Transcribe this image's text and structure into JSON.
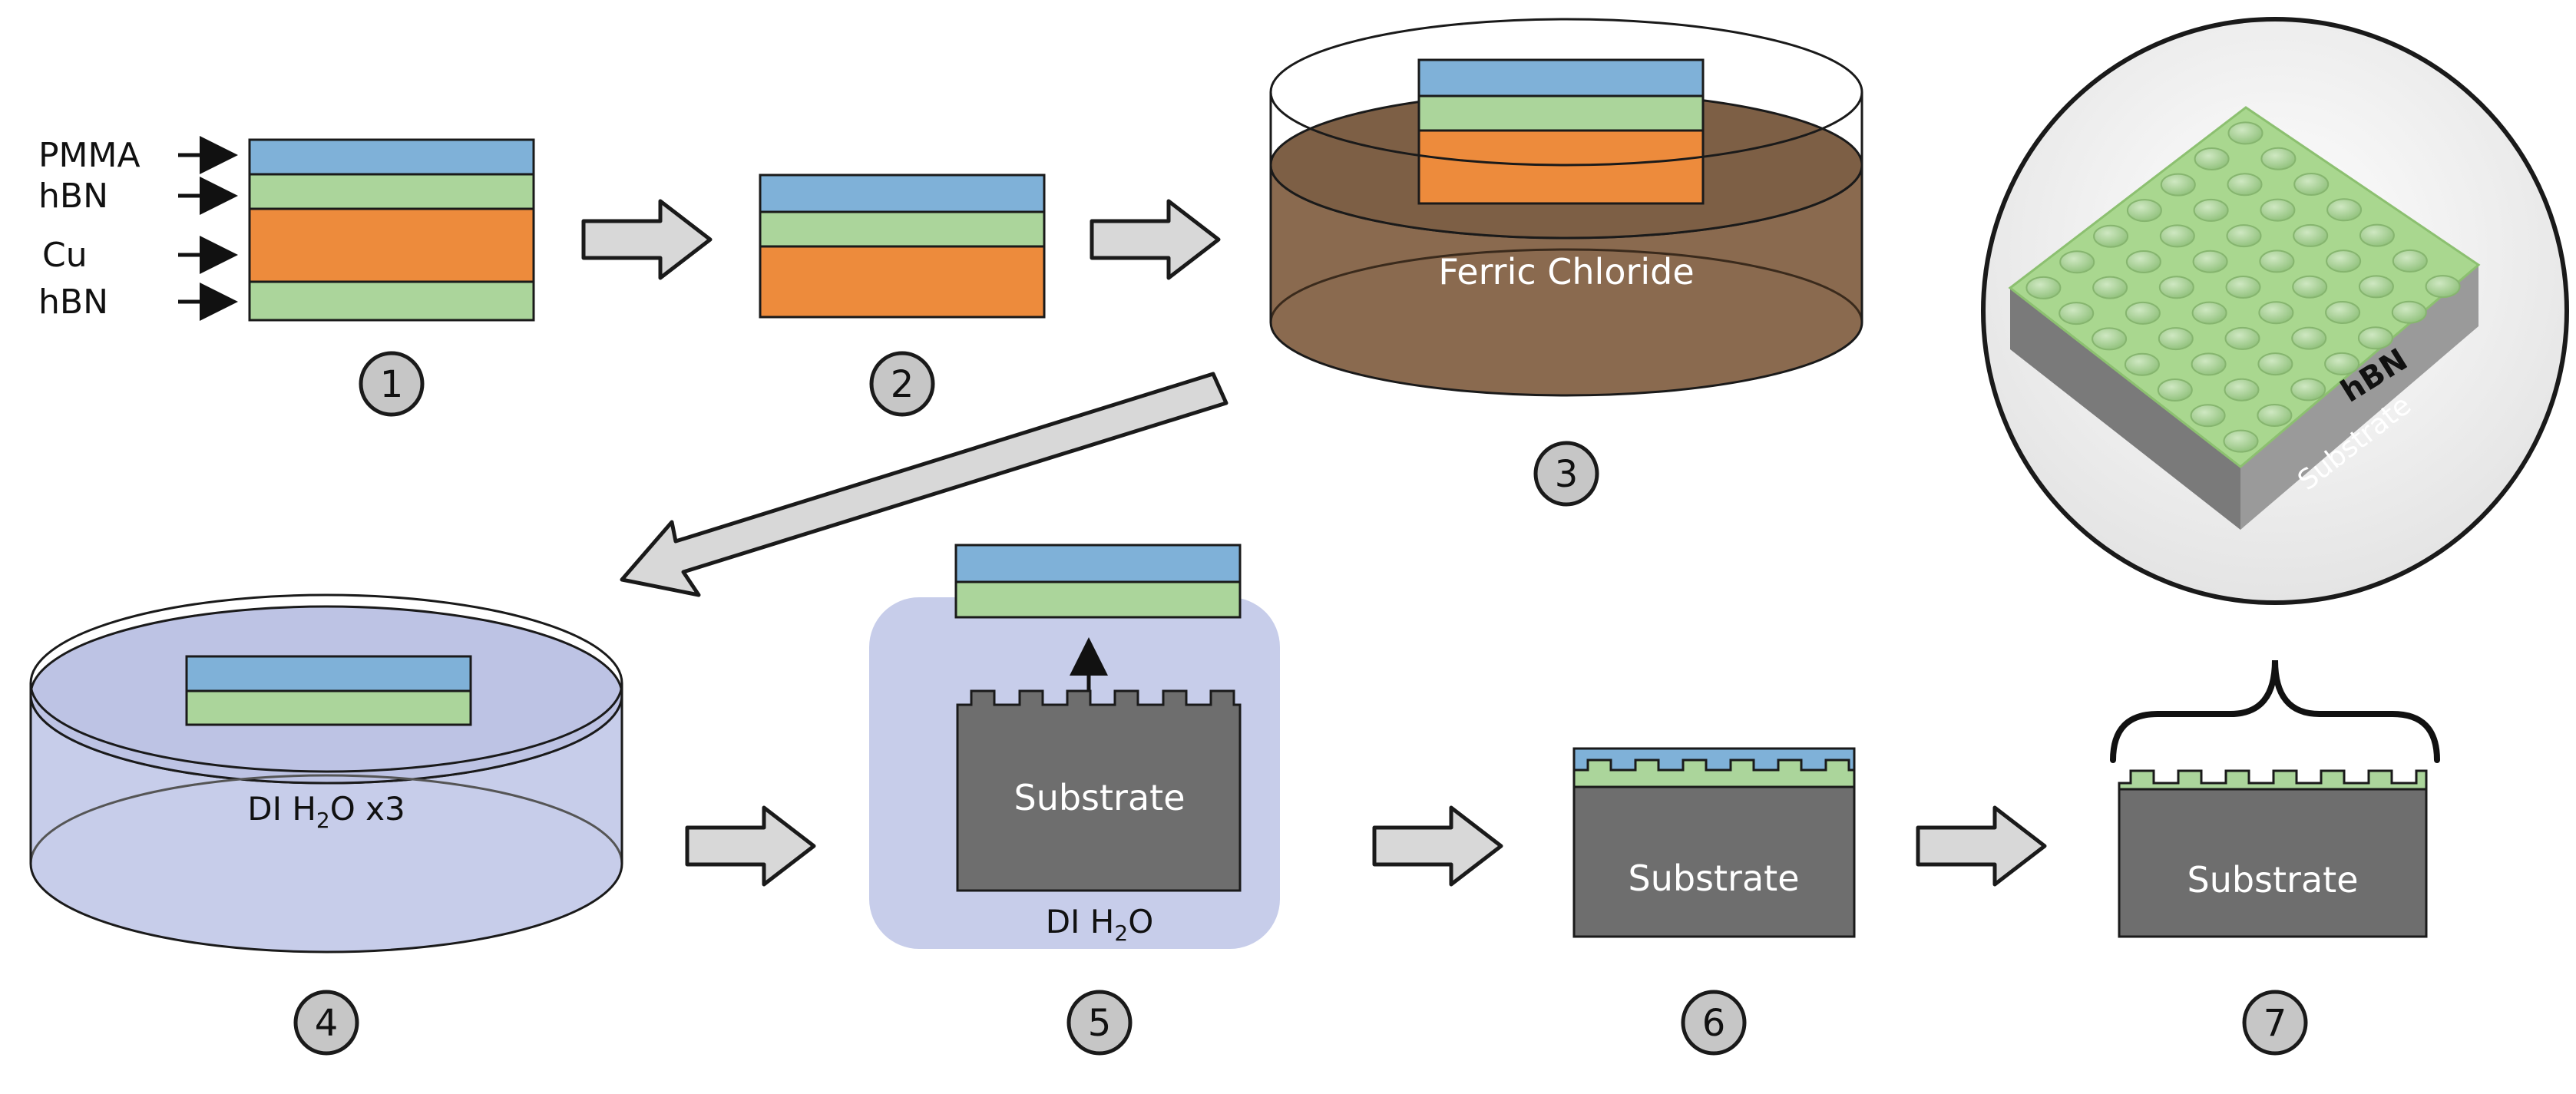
{
  "layer_labels": {
    "pmma": "PMMA",
    "hbn_top": "hBN",
    "cu": "Cu",
    "hbn_bottom": "hBN"
  },
  "bath_labels": {
    "ferric_chloride": "Ferric Chloride",
    "di_h2o_x3": {
      "prefix": "DI H",
      "sub": "2",
      "suffix": "O x3"
    },
    "di_h2o": {
      "prefix": "DI H",
      "sub": "2",
      "suffix": "O"
    }
  },
  "substrate_labels": {
    "step5": "Substrate",
    "step6": "Substrate",
    "step7": "Substrate"
  },
  "inset_labels": {
    "hbn": "hBN",
    "substrate": "Substrate"
  },
  "steps": [
    "1",
    "2",
    "3",
    "4",
    "5",
    "6",
    "7"
  ],
  "colors": {
    "pmma": "#7fb1d8",
    "hbn": "#abd59b",
    "copper": "#ed8b3c",
    "ferric_chloride": "#8a6a4f",
    "ferric_chloride_top": "#7d5f45",
    "water": "#c7cdea",
    "substrate": "#6e6e6e",
    "arrow_fill": "#d8d8d8",
    "step_circle": "#c6c6c6",
    "outline": "#1a1a1a"
  }
}
